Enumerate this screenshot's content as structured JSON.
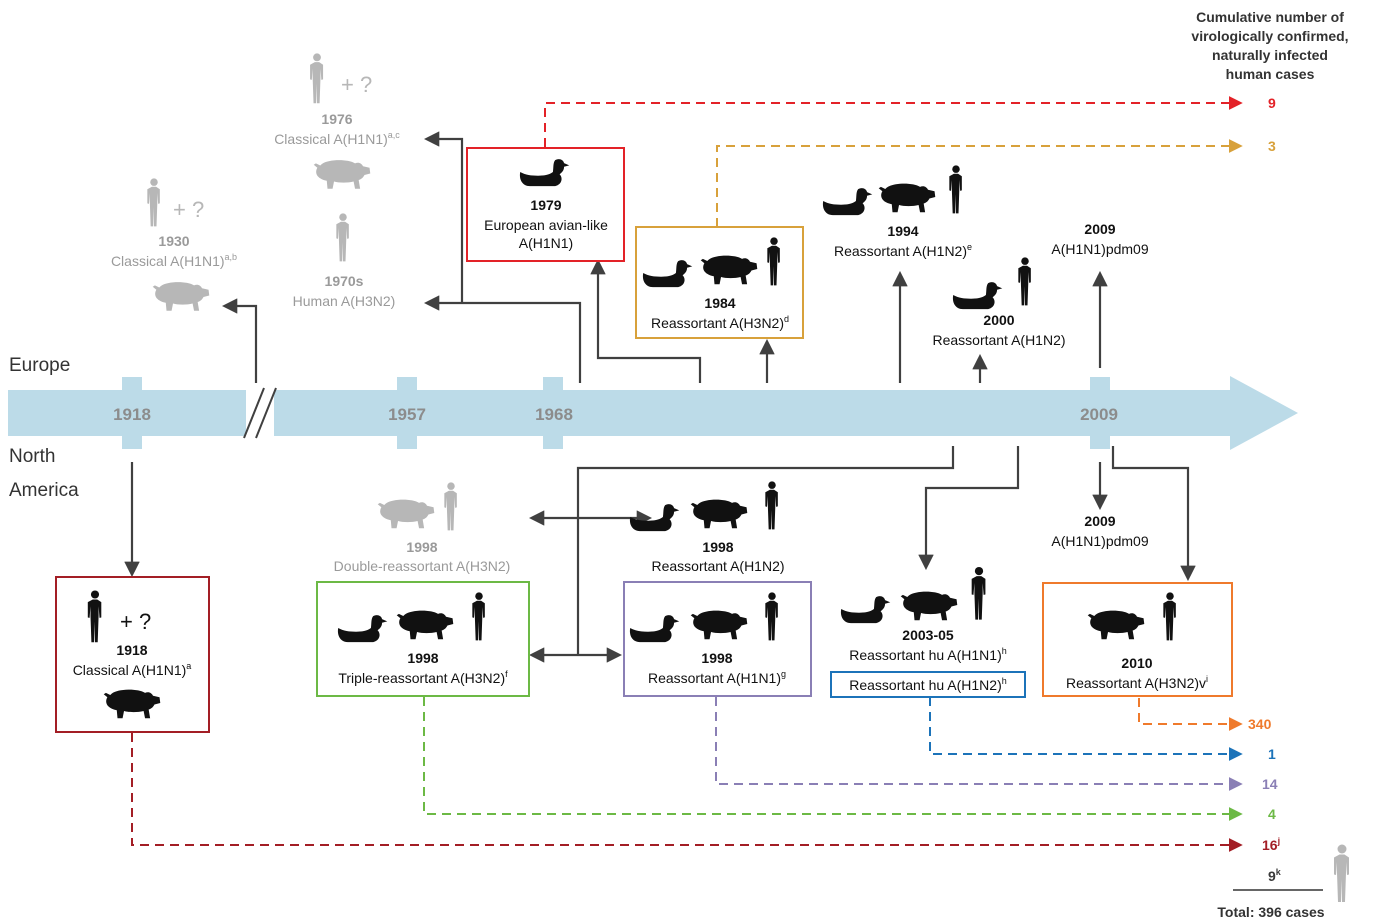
{
  "header": {
    "line1": "Cumulative number of",
    "line2": "virologically confirmed,",
    "line3": "naturally infected",
    "line4": "human cases"
  },
  "regions": {
    "europe": "Europe",
    "north_america_1": "North",
    "north_america_2": "America"
  },
  "timeline_years": {
    "y1918": "1918",
    "y1957": "1957",
    "y1968": "1968",
    "y2009": "2009"
  },
  "europe_events": {
    "e1930": {
      "year": "1930",
      "name": "Classical A(H1N1)",
      "sup": "a,b",
      "plus_q": "+ ?"
    },
    "e1976": {
      "year": "1976",
      "name": "Classical A(H1N1)",
      "sup": "a,c",
      "plus_q": "+ ?"
    },
    "e1970s": {
      "year": "1970s",
      "name": "Human  A(H3N2)"
    },
    "e1979": {
      "year": "1979",
      "name1": "European avian-like",
      "name2": "A(H1N1)"
    },
    "e1984": {
      "year": "1984",
      "name": "Reassortant A(H3N2)",
      "sup": "d"
    },
    "e1994": {
      "year": "1994",
      "name": "Reassortant A(H1N2)",
      "sup": "e"
    },
    "e2000": {
      "year": "2000",
      "name": "Reassortant A(H1N2)"
    },
    "e2009": {
      "year": "2009",
      "name": "A(H1N1)pdm09"
    }
  },
  "na_events": {
    "n1918": {
      "year": "1918",
      "name": "Classical A(H1N1)",
      "sup": "a",
      "plus_q": "+ ?"
    },
    "n1998_double": {
      "year": "1998",
      "name": "Double-reassortant A(H3N2)"
    },
    "n1998_triple": {
      "year": "1998",
      "name": "Triple-reassortant A(H3N2)",
      "sup": "f"
    },
    "n1998_h1n2": {
      "year": "1998",
      "name": "Reassortant A(H1N2)"
    },
    "n1998_h1n1": {
      "year": "1998",
      "name": "Reassortant A(H1N1)",
      "sup": "g"
    },
    "n2003": {
      "year": "2003-05",
      "name": "Reassortant hu A(H1N1)",
      "sup": "h",
      "name2": "Reassortant hu A(H1N2)",
      "sup2": "h"
    },
    "n2009": {
      "year": "2009",
      "name": "A(H1N1)pdm09"
    },
    "n2010": {
      "year": "2010",
      "name": "Reassortant A(H3N2)v",
      "sup": "i"
    }
  },
  "case_counts": [
    {
      "id": "eu-avian-h1n1",
      "value": "9",
      "color": "#e32228",
      "sup": ""
    },
    {
      "id": "eu-h3n2",
      "value": "3",
      "color": "#d8a13b",
      "sup": ""
    },
    {
      "id": "h3n2v",
      "value": "340",
      "color": "#ef7a2c",
      "sup": ""
    },
    {
      "id": "hu-h1n2",
      "value": "1",
      "color": "#1c73b9",
      "sup": ""
    },
    {
      "id": "na-h1n1",
      "value": "14",
      "color": "#8a7fb5",
      "sup": ""
    },
    {
      "id": "triple-h3n2",
      "value": "4",
      "color": "#6cb945",
      "sup": ""
    },
    {
      "id": "classical-h1n1",
      "value": "16",
      "color": "#a31e25",
      "sup": "j"
    },
    {
      "id": "other",
      "value": "9",
      "color": "#3a3a3a",
      "sup": "k"
    }
  ],
  "total": "Total: 396 cases",
  "colors": {
    "timeline": "#bcdbe8",
    "timeline_text": "#8c8c8c",
    "dark": "#111111",
    "gray_text": "#9a9a9a",
    "gray_icon": "#b7b7b7",
    "line": "#404040",
    "red": "#e32228",
    "gold": "#d8a13b",
    "darkred": "#a31e25",
    "green": "#6cb945",
    "purple": "#8a7fb5",
    "blue": "#1c73b9",
    "orange": "#ef7a2c"
  },
  "icons": [
    "human-icon",
    "pig-icon",
    "duck-icon"
  ]
}
